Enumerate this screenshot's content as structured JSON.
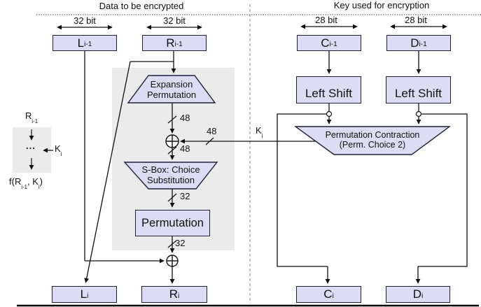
{
  "headers": {
    "left": "Data to be encrypted",
    "right": "Key used for encryption"
  },
  "bit_labels": {
    "l_prev": "32 bit",
    "r_prev": "32 bit",
    "c_prev": "28 bit",
    "d_prev": "28 bit"
  },
  "registers": {
    "l_prev": {
      "base": "L",
      "sub": "i-1"
    },
    "r_prev": {
      "base": "R",
      "sub": "i-1"
    },
    "c_prev": {
      "base": "C",
      "sub": "i-1"
    },
    "d_prev": {
      "base": "D",
      "sub": "i-1"
    },
    "l_next": {
      "base": "L",
      "sub": "i"
    },
    "r_next": {
      "base": "R",
      "sub": "i"
    },
    "c_next": {
      "base": "C",
      "sub": "i"
    },
    "d_next": {
      "base": "D",
      "sub": "i"
    }
  },
  "blocks": {
    "expansion": {
      "line1": "Expansion",
      "line2": "Permutation"
    },
    "sbox": {
      "line1": "S-Box: Choice",
      "line2": "Substitution"
    },
    "permutation": "Permutation",
    "left_shift_c": "Left Shift",
    "left_shift_d": "Left Shift",
    "perm_contraction": {
      "line1": "Permutation Contraction",
      "line2": "(Perm. Choice 2)"
    }
  },
  "bus_widths": {
    "expansion_out": "48",
    "subkey_in": "48",
    "xor_out": "48",
    "sbox_out": "32",
    "permutation_out": "32"
  },
  "subkey_label": {
    "base": "K",
    "sub": "i"
  },
  "legend": {
    "input": {
      "base": "R",
      "sub": "i-1"
    },
    "dots": "...",
    "key": {
      "base": "K",
      "sub": "i"
    },
    "f": {
      "p1": "f(R",
      "p2": "i-1",
      "p3": ", K",
      "p4": "i",
      "p5": ")"
    }
  },
  "colors": {
    "box_fill": "#dcdcf4",
    "panel_fill": "#ebebeb",
    "line": "#111111",
    "divider": "#888888"
  }
}
